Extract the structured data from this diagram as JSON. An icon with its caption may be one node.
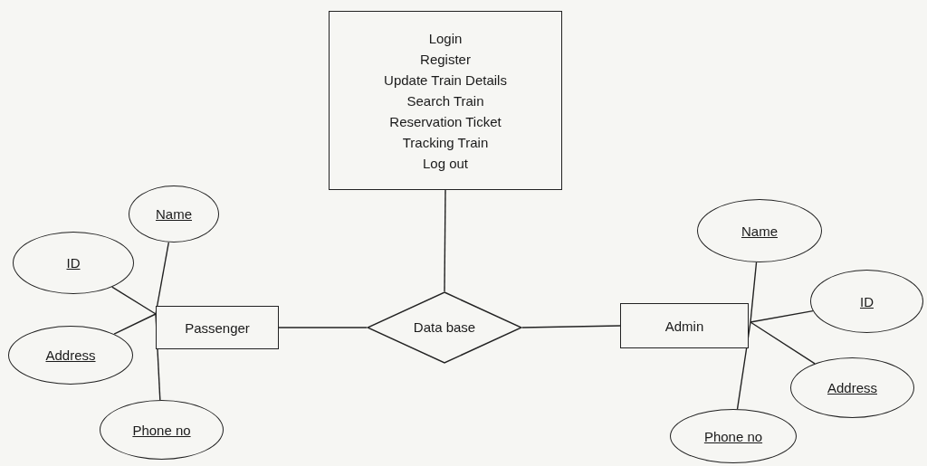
{
  "diagram": {
    "nodes": [
      {
        "text": [
          "Login",
          "Register",
          "Update Train Details",
          "Search Train",
          "Reservation Ticket",
          "Tracking Train",
          "Log out"
        ]
      },
      {
        "text": [
          "Passenger"
        ]
      },
      {
        "text": [
          "Data base"
        ]
      },
      {
        "text": [
          "Admin"
        ]
      },
      {
        "text": [
          "Name"
        ]
      },
      {
        "text": [
          "ID"
        ]
      },
      {
        "text": [
          "Address"
        ]
      },
      {
        "text": [
          "Phone no"
        ]
      },
      {
        "text": [
          "Name"
        ]
      },
      {
        "text": [
          "ID"
        ]
      },
      {
        "text": [
          "Address"
        ]
      },
      {
        "text": [
          "Phone no"
        ]
      }
    ],
    "edges": [
      {
        "from": 0,
        "to": 2,
        "arrow": "none"
      },
      {
        "from": 1,
        "to": 2,
        "arrow": "none"
      },
      {
        "from": 2,
        "to": 3,
        "arrow": "none"
      },
      {
        "from": 4,
        "to": 1,
        "arrow": "none"
      },
      {
        "from": 5,
        "to": 1,
        "arrow": "none"
      },
      {
        "from": 6,
        "to": 1,
        "arrow": "none"
      },
      {
        "from": 7,
        "to": 1,
        "arrow": "none"
      },
      {
        "from": 8,
        "to": 3,
        "arrow": "none"
      },
      {
        "from": 9,
        "to": 3,
        "arrow": "none"
      },
      {
        "from": 10,
        "to": 3,
        "arrow": "none"
      },
      {
        "from": 11,
        "to": 3,
        "arrow": "none"
      }
    ]
  }
}
